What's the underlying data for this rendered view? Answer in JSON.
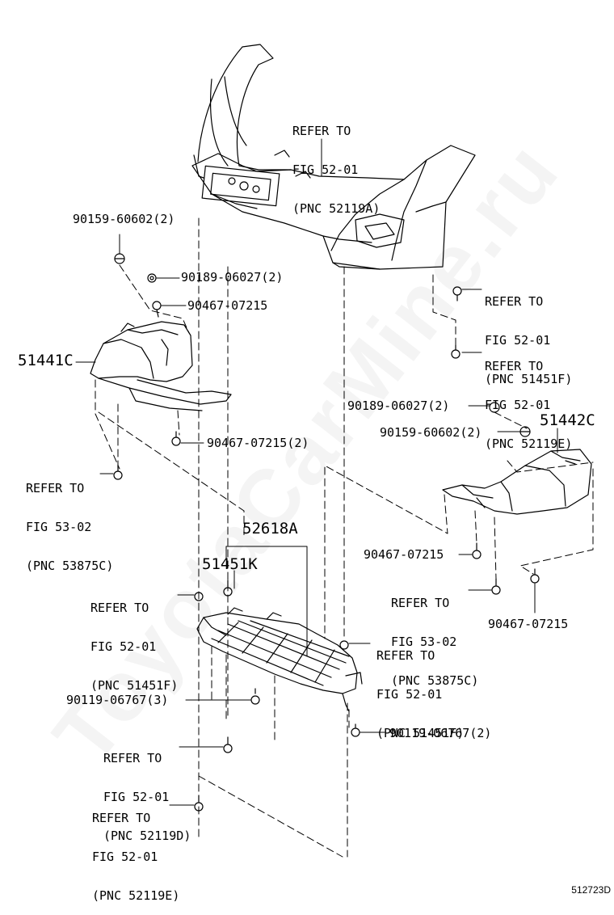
{
  "watermark": "ToyotaCarMine.ru",
  "figure_id": "512723D",
  "refer": {
    "bumper": [
      "REFER TO",
      "FIG 52-01",
      "(PNC 52119A)"
    ],
    "right_top": [
      "REFER TO",
      "FIG 52-01",
      "(PNC 51451F)"
    ],
    "right_bottom": [
      "REFER TO",
      "FIG 52-01",
      "(PNC 52119E)"
    ],
    "left_53": [
      "REFER TO",
      "FIG 53-02",
      "(PNC 53875C)"
    ],
    "right_53": [
      "REFER TO",
      "FIG 53-02",
      "(PNC 53875C)"
    ],
    "center_left": [
      "REFER TO",
      "FIG 52-01",
      "(PNC 51451F)"
    ],
    "center_right": [
      "REFER TO",
      "FIG 52-01",
      "(PNC 51451F)"
    ],
    "lower_d": [
      "REFER TO",
      "FIG 52-01",
      "(PNC 52119D)"
    ],
    "lower_e": [
      "REFER TO",
      "FIG 52-01",
      "(PNC 52119E)"
    ]
  },
  "parts": {
    "p90159_left": "90159-60602(2)",
    "p90189_left": "90189-06027(2)",
    "p90467_left_top": "90467-07215",
    "p51441C": "51441C",
    "p90467_left_bottom": "90467-07215(2)",
    "p90189_right": "90189-06027(2)",
    "p90159_right": "90159-60602(2)",
    "p51442C": "51442C",
    "p52618A": "52618A",
    "p51451K": "51451K",
    "p90467_right_a": "90467-07215",
    "p90467_right_b": "90467-07215",
    "p90119_left": "90119-06767(3)",
    "p90119_right": "90119-06767(2)"
  }
}
